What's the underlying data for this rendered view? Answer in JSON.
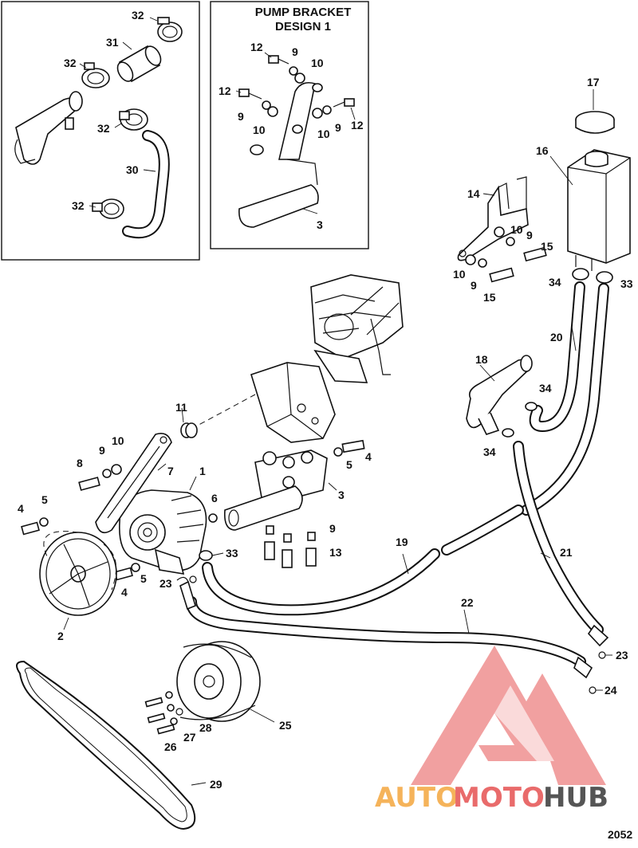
{
  "inset_title": [
    "PUMP BRACKET",
    "DESIGN 1"
  ],
  "diagram_number": "2052",
  "watermark": {
    "part1": "AUTO",
    "part2": "MOTO",
    "part3": "HUB",
    "color1": "#f5b35a",
    "color2": "#e96b6b",
    "color3": "#555555"
  },
  "callouts": {
    "c1": "1",
    "c2": "2",
    "c3a": "3",
    "c3b": "3",
    "c4a": "4",
    "c4b": "4",
    "c4c": "4",
    "c5a": "5",
    "c5b": "5",
    "c5c": "5",
    "c6": "6",
    "c7": "7",
    "c8": "8",
    "c9a": "9",
    "c9b": "9",
    "c9c": "9",
    "c9d": "9",
    "c9e": "9",
    "c9f": "9",
    "c9g": "9",
    "c10a": "10",
    "c10b": "10",
    "c10c": "10",
    "c10d": "10",
    "c10e": "10",
    "c10f": "10",
    "c11": "11",
    "c12a": "12",
    "c12b": "12",
    "c12c": "12",
    "c13": "13",
    "c14": "14",
    "c15a": "15",
    "c15b": "15",
    "c16": "16",
    "c17": "17",
    "c18": "18",
    "c19": "19",
    "c20": "20",
    "c21": "21",
    "c22": "22",
    "c23a": "23",
    "c23b": "23",
    "c24": "24",
    "c25": "25",
    "c26": "26",
    "c27": "27",
    "c28": "28",
    "c29": "29",
    "c30": "30",
    "c31": "31",
    "c32a": "32",
    "c32b": "32",
    "c32c": "32",
    "c32d": "32",
    "c33a": "33",
    "c33b": "33",
    "c34a": "34",
    "c34b": "34",
    "c34c": "34"
  }
}
